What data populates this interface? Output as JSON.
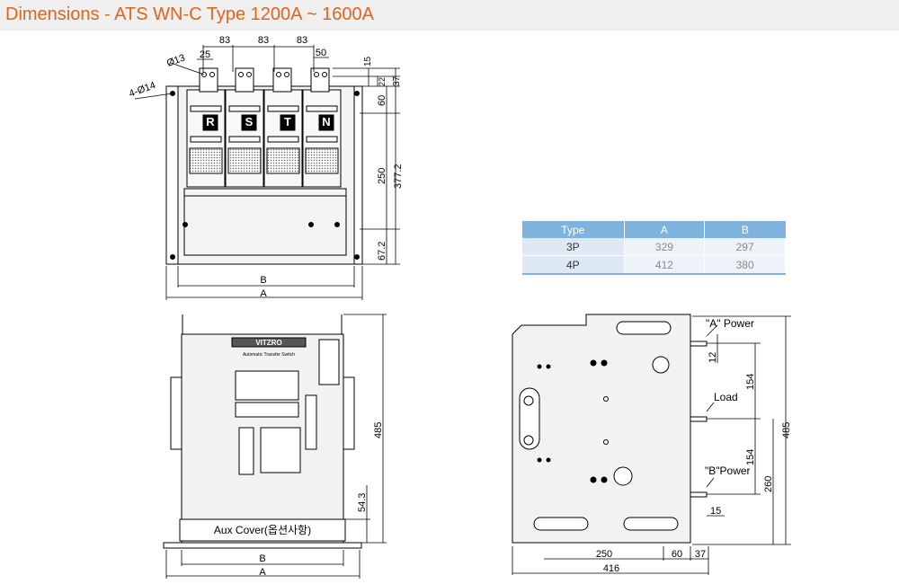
{
  "header": {
    "title": "Dimensions - ATS WN-C Type 1200A ~ 1600A"
  },
  "colors": {
    "title": "#e0651c",
    "table_header": "#7fb3de",
    "table_row": "#eef3fa",
    "line": "#000000"
  },
  "front_view": {
    "poles": [
      "R",
      "S",
      "T",
      "N"
    ],
    "dims": {
      "pitch": "83",
      "top_width": "50",
      "bolt_offset": "25",
      "hole_dia": "Ø13",
      "mount_holes": "4-Ø14",
      "d15": "15",
      "d22": "22",
      "d37": "37",
      "d60": "60",
      "d250": "250",
      "d377": "377.2",
      "d67": "67.2",
      "B": "B",
      "A": "A"
    }
  },
  "table": {
    "headers": [
      "Type",
      "A",
      "B"
    ],
    "rows": [
      {
        "type": "3P",
        "a": "329",
        "b": "297"
      },
      {
        "type": "4P",
        "a": "412",
        "b": "380"
      }
    ]
  },
  "panel_view": {
    "brand": "VITZRO",
    "subtitle": "Automatic Transfer Switch",
    "aux_cover": "Aux Cover(옵션사항)",
    "dims": {
      "h485": "485",
      "h54": "54.3",
      "B": "B",
      "A": "A"
    }
  },
  "side_view": {
    "labels": {
      "a_power": "\"A\" Power",
      "load": "Load",
      "b_power": "\"B\"Power"
    },
    "dims": {
      "d12": "12",
      "d154a": "154",
      "d154b": "154",
      "d260": "260",
      "d485": "485",
      "d15": "15",
      "d250": "250",
      "d60": "60",
      "d37": "37",
      "d416": "416"
    }
  }
}
